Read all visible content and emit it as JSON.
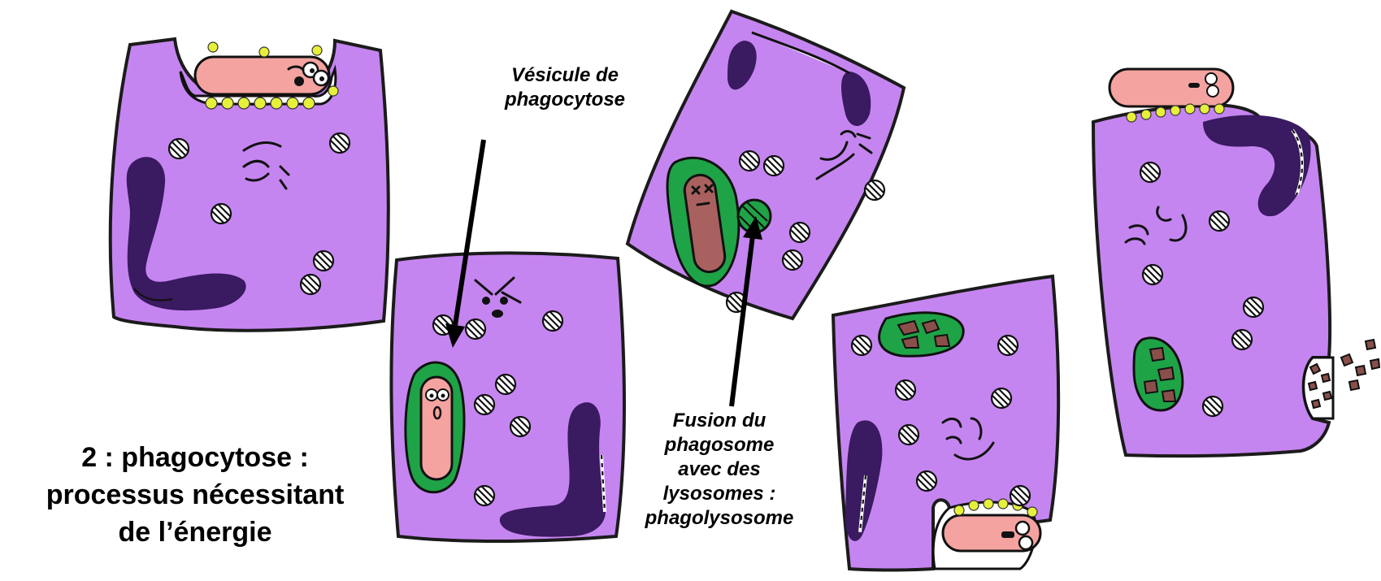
{
  "colors": {
    "cytoplasm": "#c585f0",
    "nucleus": "#3a1a60",
    "phagosome": "#1fa347",
    "bacterium": "#f4a3a0",
    "digested_bacterium": "#a8615f",
    "surface_dots": "#e6f03a",
    "outline": "#1b1b1b"
  },
  "labels": {
    "vesicle_line1": "Vésicule de",
    "vesicle_line2": "phagocytose",
    "fusion_line1": "Fusion du",
    "fusion_line2": "phagosome",
    "fusion_line3": "avec des",
    "fusion_line4": "lysosomes :",
    "fusion_line5": "phagolysosome"
  },
  "caption": {
    "line1": "2 : phagocytose :",
    "line2": "processus nécessitant",
    "line3": "de l’énergie"
  },
  "icons": [
    "angry-face-icon",
    "cross-eyes-icon",
    "surprised-face-icon",
    "smile-face-icon"
  ]
}
